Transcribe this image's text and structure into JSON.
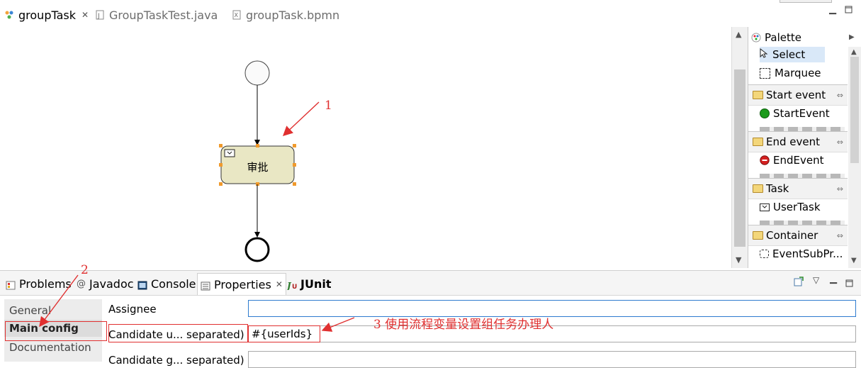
{
  "editor_tabs": [
    {
      "label": "groupTask",
      "active": true
    },
    {
      "label": "GroupTaskTest.java",
      "active": false
    },
    {
      "label": "groupTask.bpmn",
      "active": false
    }
  ],
  "diagram": {
    "task_label": "审批"
  },
  "palette": {
    "title": "Palette",
    "tools": [
      "Select",
      "Marquee"
    ],
    "groups": [
      {
        "label": "Start event",
        "item": "StartEvent"
      },
      {
        "label": "End event",
        "item": "EndEvent"
      },
      {
        "label": "Task",
        "item": "UserTask"
      },
      {
        "label": "Container",
        "item": "EventSubPr..."
      }
    ]
  },
  "bottom_tabs": [
    "Problems",
    "Javadoc",
    "Console",
    "Properties",
    "JUnit"
  ],
  "properties": {
    "sections": [
      "General",
      "Main config",
      "Documentation"
    ],
    "fields": [
      {
        "label": "Assignee",
        "value": ""
      },
      {
        "label": "Candidate u... separated)",
        "value": "#{userIds}"
      },
      {
        "label": "Candidate g... separated)",
        "value": ""
      }
    ]
  },
  "annotations": {
    "one": "1",
    "two": "2",
    "three": "3  使用流程变量设置组任务办理人"
  },
  "colors": {
    "task_fill": "#e9e7c4",
    "annotation": "#e03030",
    "start_event_icon": "#1a9a1a",
    "end_event_icon": "#d42020"
  }
}
